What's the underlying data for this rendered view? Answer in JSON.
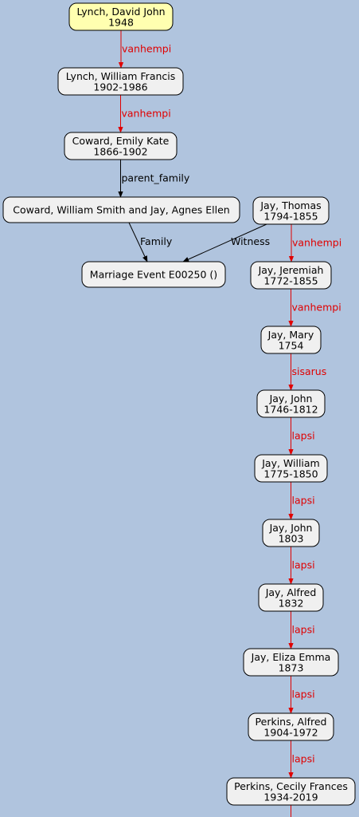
{
  "colors": {
    "background": "#b0c4de",
    "node_fill": "#f0f0f0",
    "focus_fill": "#ffffb0",
    "red_edge": "#e00000",
    "black_edge": "#000000"
  },
  "nodes": [
    {
      "id": "n1",
      "lines": [
        "Lynch, David John",
        "1948"
      ],
      "focus": true
    },
    {
      "id": "n2",
      "lines": [
        "Lynch, William Francis",
        "1902-1986"
      ]
    },
    {
      "id": "n3",
      "lines": [
        "Coward, Emily Kate",
        "1866-1902"
      ]
    },
    {
      "id": "n4",
      "lines": [
        "Coward, William Smith and Jay, Agnes Ellen"
      ]
    },
    {
      "id": "n5",
      "lines": [
        "Marriage Event E00250 ()"
      ]
    },
    {
      "id": "n6",
      "lines": [
        "Jay, Thomas",
        "1794-1855"
      ]
    },
    {
      "id": "n7",
      "lines": [
        "Jay, Jeremiah",
        "1772-1855"
      ]
    },
    {
      "id": "n8",
      "lines": [
        "Jay, Mary",
        "1754"
      ]
    },
    {
      "id": "n9",
      "lines": [
        "Jay, John",
        "1746-1812"
      ]
    },
    {
      "id": "n10",
      "lines": [
        "Jay, William",
        "1775-1850"
      ]
    },
    {
      "id": "n11",
      "lines": [
        "Jay, John",
        "1803"
      ]
    },
    {
      "id": "n12",
      "lines": [
        "Jay, Alfred",
        "1832"
      ]
    },
    {
      "id": "n13",
      "lines": [
        "Jay, Eliza Emma",
        "1873"
      ]
    },
    {
      "id": "n14",
      "lines": [
        "Perkins, Alfred",
        "1904-1972"
      ]
    },
    {
      "id": "n15",
      "lines": [
        "Perkins, Cecily Frances",
        "1934-2019"
      ]
    }
  ],
  "edges": [
    {
      "from": "n1",
      "to": "n2",
      "label": "vanhempi",
      "color": "red"
    },
    {
      "from": "n2",
      "to": "n3",
      "label": "vanhempi",
      "color": "red"
    },
    {
      "from": "n3",
      "to": "n4",
      "label": "parent_family",
      "color": "black"
    },
    {
      "from": "n4",
      "to": "n5",
      "label": "Family",
      "color": "black"
    },
    {
      "from": "n6",
      "to": "n5",
      "label": "Witness",
      "color": "black"
    },
    {
      "from": "n6",
      "to": "n7",
      "label": "vanhempi",
      "color": "red"
    },
    {
      "from": "n7",
      "to": "n8",
      "label": "vanhempi",
      "color": "red"
    },
    {
      "from": "n8",
      "to": "n9",
      "label": "sisarus",
      "color": "red"
    },
    {
      "from": "n9",
      "to": "n10",
      "label": "lapsi",
      "color": "red"
    },
    {
      "from": "n10",
      "to": "n11",
      "label": "lapsi",
      "color": "red"
    },
    {
      "from": "n11",
      "to": "n12",
      "label": "lapsi",
      "color": "red"
    },
    {
      "from": "n12",
      "to": "n13",
      "label": "lapsi",
      "color": "red"
    },
    {
      "from": "n13",
      "to": "n14",
      "label": "lapsi",
      "color": "red"
    },
    {
      "from": "n14",
      "to": "n15",
      "label": "lapsi",
      "color": "red"
    },
    {
      "from": "n15",
      "to": null,
      "label": "",
      "color": "red"
    }
  ]
}
